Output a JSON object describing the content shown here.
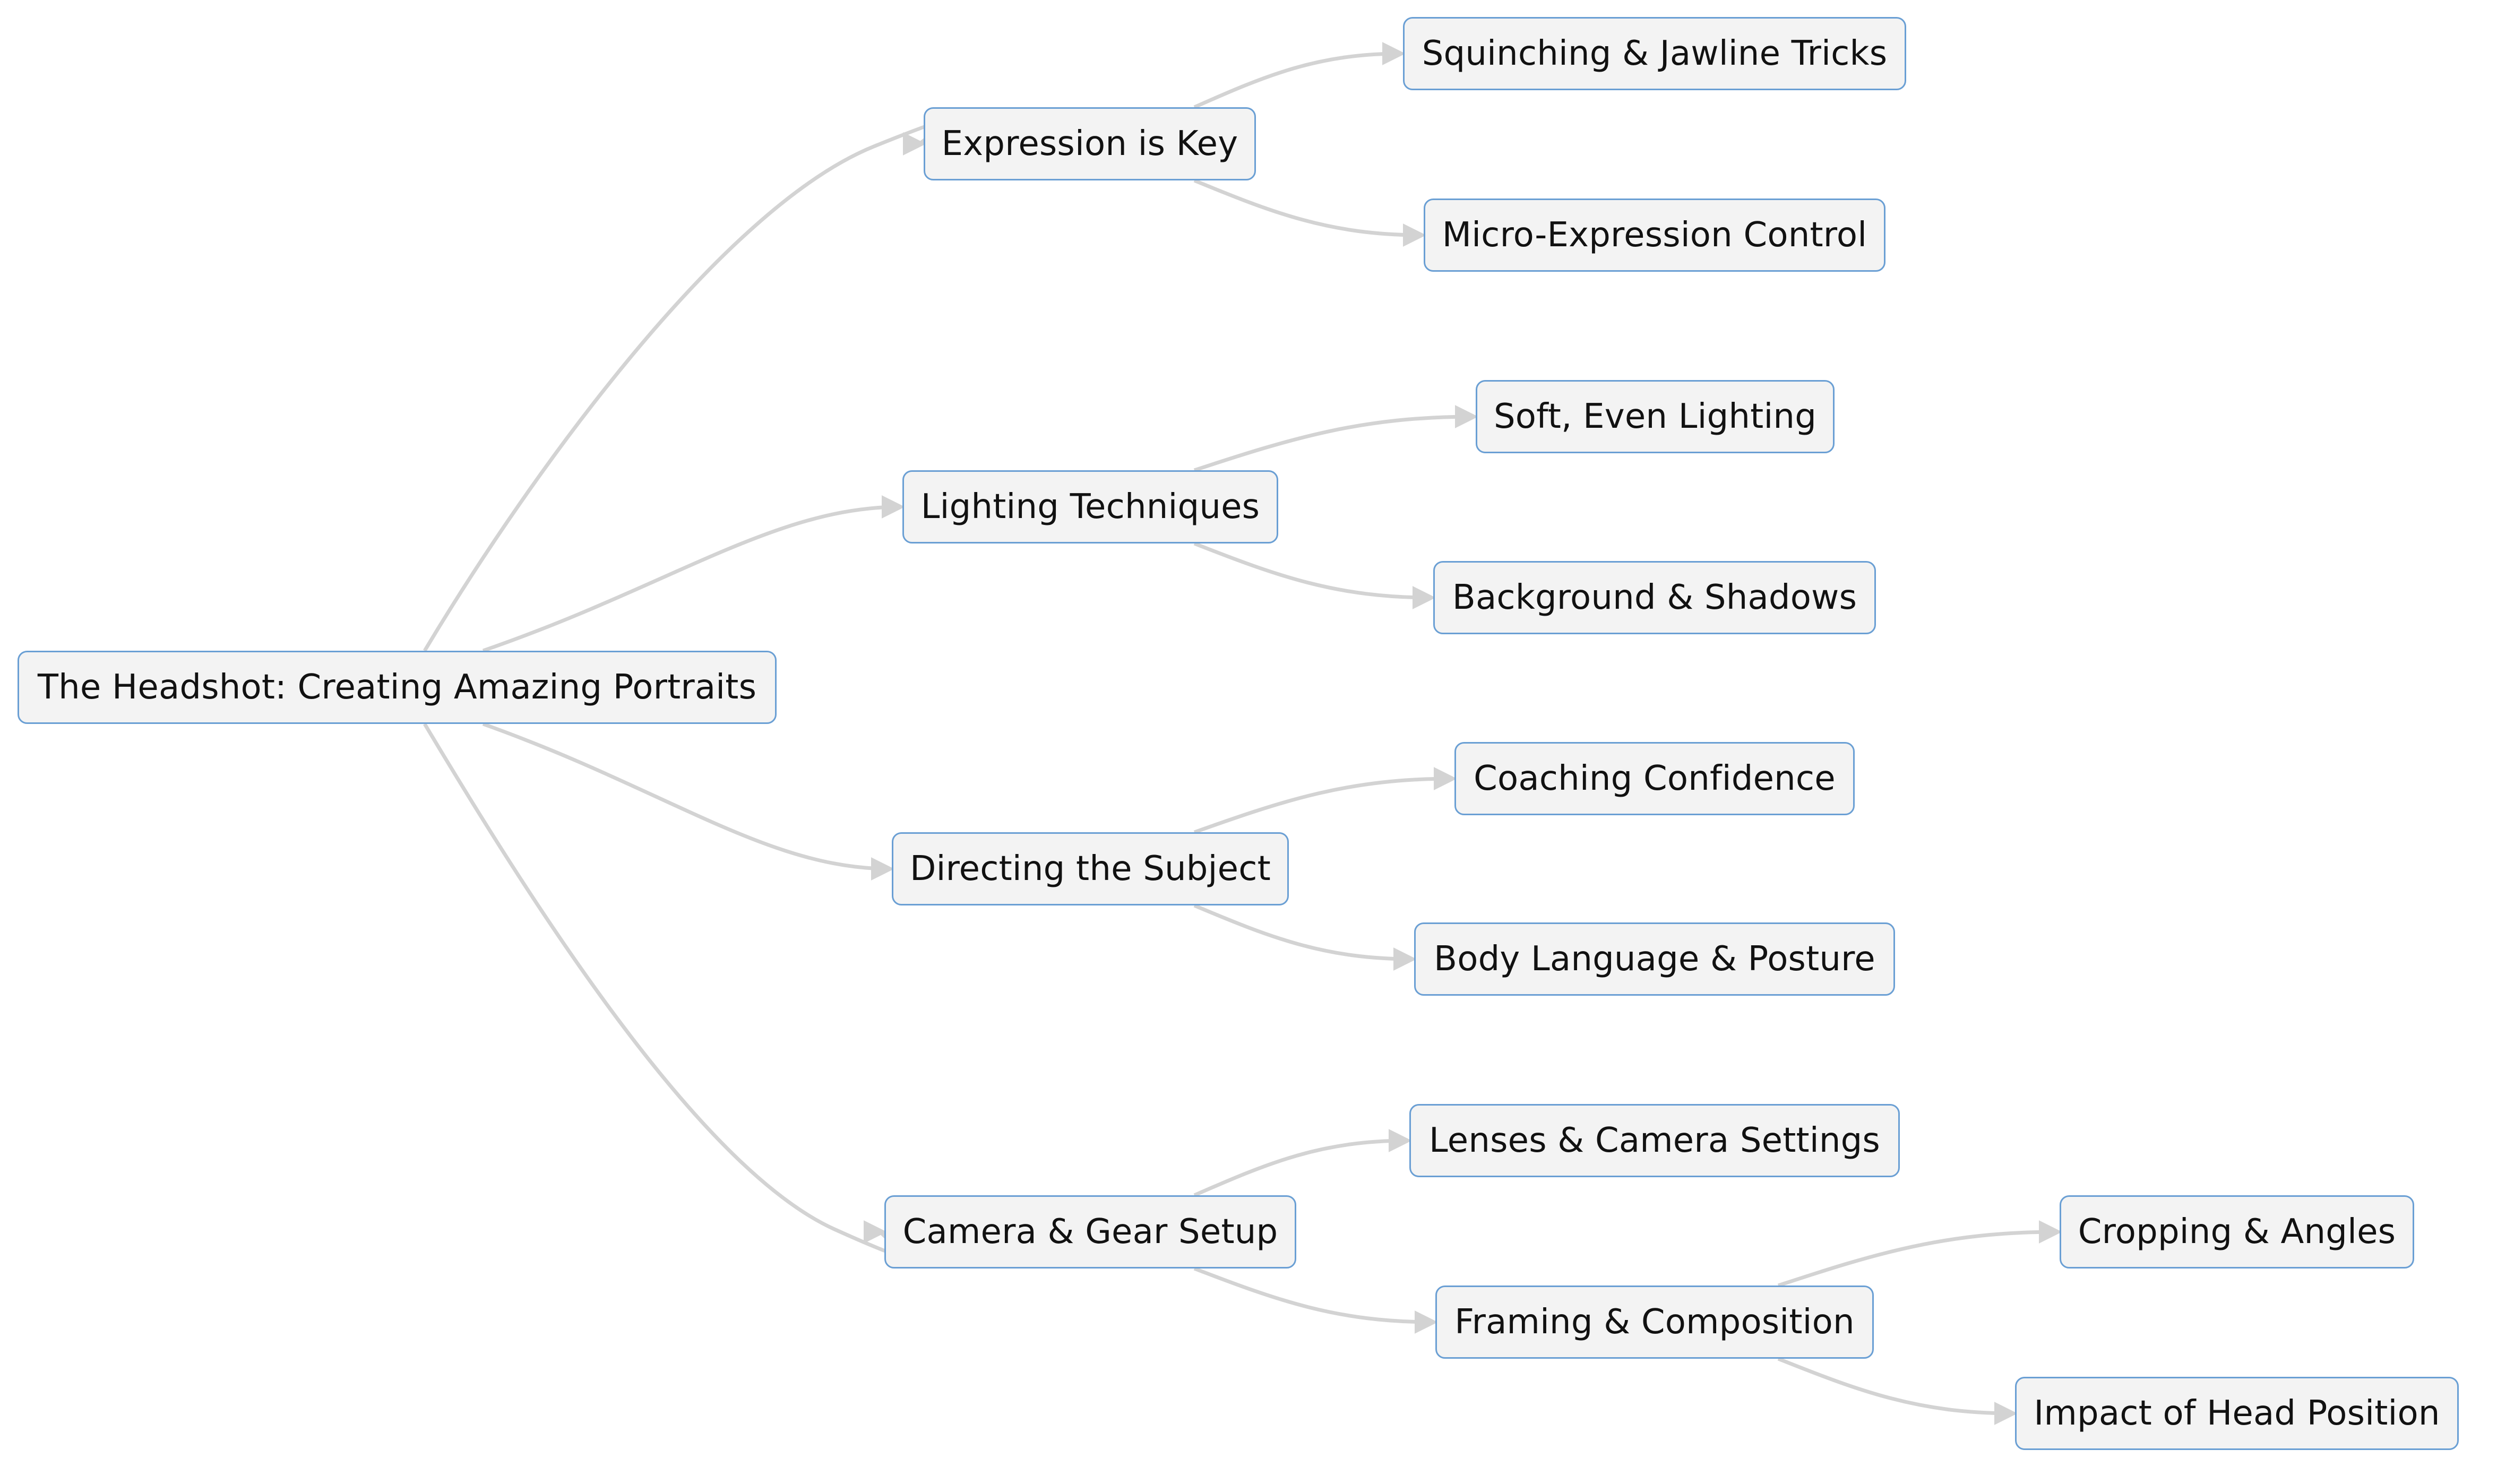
{
  "diagram": {
    "root": {
      "id": "root",
      "label": "The Headshot: Creating Amazing Portraits",
      "children": [
        {
          "id": "expr",
          "label": "Expression is Key",
          "children": [
            {
              "id": "squinch",
              "label": "Squinching & Jawline Tricks"
            },
            {
              "id": "micro",
              "label": "Micro-Expression Control"
            }
          ]
        },
        {
          "id": "light",
          "label": "Lighting Techniques",
          "children": [
            {
              "id": "soft",
              "label": "Soft, Even Lighting"
            },
            {
              "id": "bg",
              "label": "Background & Shadows"
            }
          ]
        },
        {
          "id": "direct",
          "label": "Directing the Subject",
          "children": [
            {
              "id": "coach",
              "label": "Coaching Confidence"
            },
            {
              "id": "body",
              "label": "Body Language & Posture"
            }
          ]
        },
        {
          "id": "camera",
          "label": "Camera & Gear Setup",
          "children": [
            {
              "id": "lens",
              "label": "Lenses & Camera Settings"
            },
            {
              "id": "frame",
              "label": "Framing & Composition",
              "children": [
                {
                  "id": "crop",
                  "label": "Cropping & Angles"
                },
                {
                  "id": "head",
                  "label": "Impact of Head Position"
                }
              ]
            }
          ]
        }
      ]
    },
    "colors": {
      "node_fill": "#f3f3f3",
      "node_border": "#6a9fd4",
      "edge": "#d3d3d3",
      "text": "#111111"
    }
  }
}
